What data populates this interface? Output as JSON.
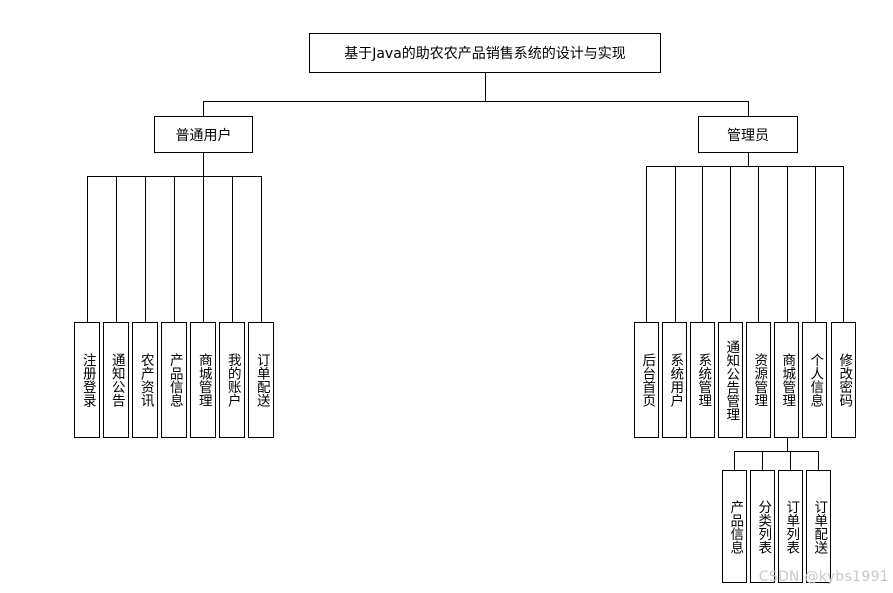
{
  "title": "基于Java的助农农产品销售系统的设计与实现",
  "branches": {
    "user": {
      "label": "普通用户",
      "items": [
        "注册登录",
        "通知公告",
        "农产资讯",
        "产品信息",
        "商城管理",
        "我的账户",
        "订单配送"
      ]
    },
    "admin": {
      "label": "管理员",
      "items": [
        "后台首页",
        "系统用户",
        "系统管理",
        "通知公告管理",
        "资源管理",
        "商城管理",
        "个人信息",
        "修改密码"
      ],
      "mall_children": [
        "产品信息",
        "分类列表",
        "订单列表",
        "订单配送"
      ]
    }
  },
  "watermark": "CSDN @kybs1991"
}
